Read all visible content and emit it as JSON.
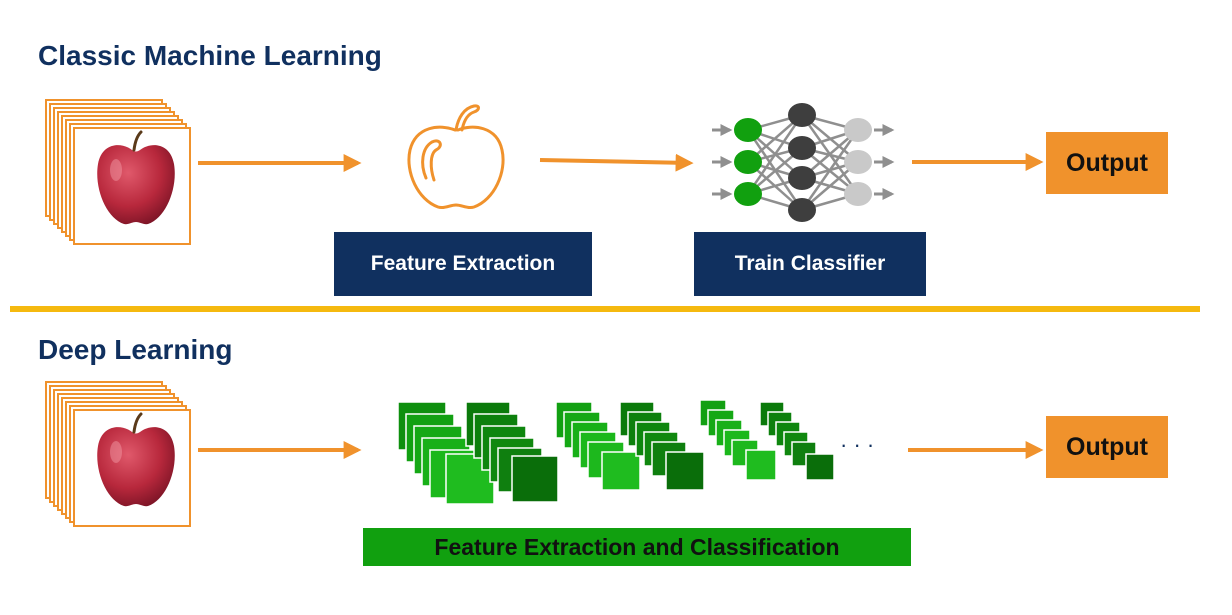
{
  "colors": {
    "navy": "#10305f",
    "orange": "#f0922c",
    "divider": "#f5b90f",
    "green": "#11a00f",
    "apple_red": "#b8283c"
  },
  "classic": {
    "title": "Classic Machine Learning",
    "feature_extraction_label": "Feature Extraction",
    "train_classifier_label": "Train Classifier",
    "output_label": "Output",
    "icons": [
      "apple-image-stack-icon",
      "apple-outline-icon",
      "neural-network-icon"
    ]
  },
  "deep": {
    "title": "Deep Learning",
    "feature_label": "Feature Extraction and Classification",
    "output_label": "Output",
    "ellipsis": "· · ·",
    "icons": [
      "apple-image-stack-icon",
      "cnn-feature-maps-icon"
    ]
  }
}
